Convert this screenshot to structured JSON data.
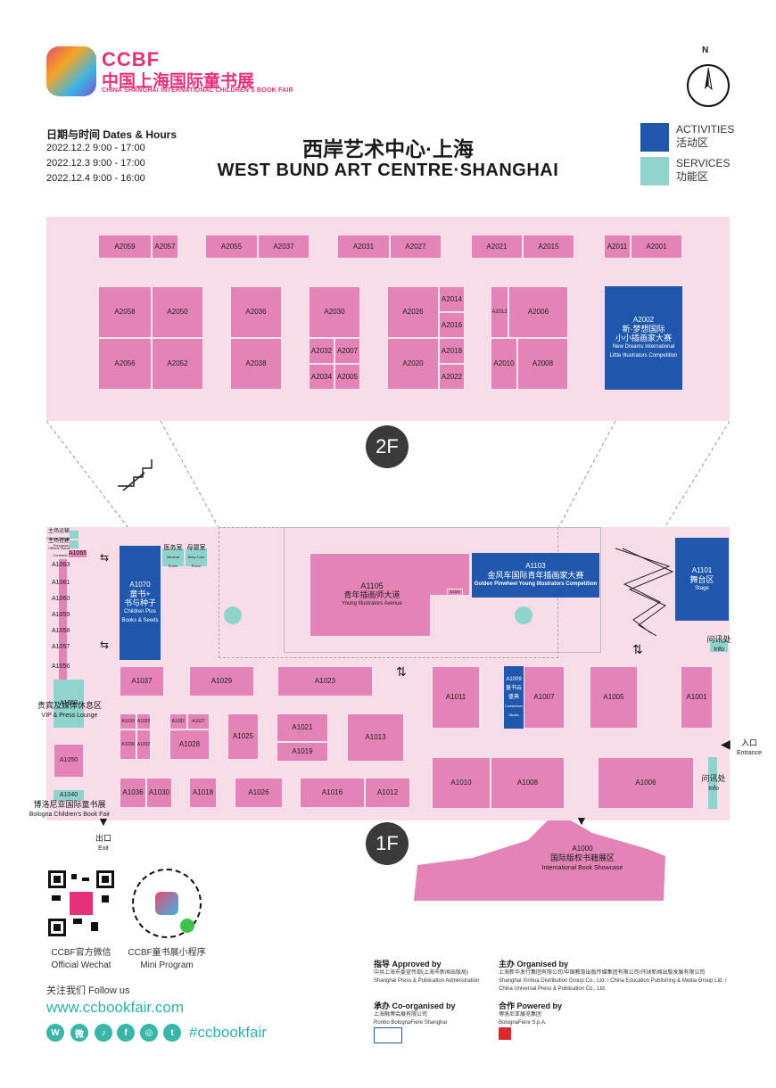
{
  "header": {
    "logo_en": "CCBF",
    "logo_cn": "中国上海国际童书展",
    "logo_sub": "CHINA SHANGHAI INTERNATIONAL CHILDREN'S BOOK FAIR",
    "title_cn": "西岸艺术中心·上海",
    "title_en": "WEST BUND ART CENTRE·SHANGHAI",
    "north": "N"
  },
  "hours": {
    "title": "日期与时间 Dates & Hours",
    "lines": [
      "2022.12.2  9:00 - 17:00",
      "2022.12.3  9:00 - 17:00",
      "2022.12.4  9:00 - 16:00"
    ]
  },
  "legend": {
    "activities_en": "ACTIVITIES",
    "activities_cn": "活动区",
    "services_en": "SERVICES",
    "services_cn": "功能区",
    "activities_color": "#1f57ad",
    "services_color": "#8fd3cc"
  },
  "floor2": {
    "badge": "2F",
    "booths": [
      "A2059",
      "A2057",
      "A2055",
      "A2037",
      "A2031",
      "A2027",
      "A2021",
      "A2015",
      "A2011",
      "A2001",
      "A2058",
      "A2050",
      "A2056",
      "A2052",
      "A2036",
      "A2038",
      "A2030",
      "A2032",
      "A2007",
      "A2034",
      "A2005",
      "A2026",
      "A2014",
      "A2016",
      "A2020",
      "A2018",
      "A2022",
      "A2012",
      "A2006",
      "A2010",
      "A2008"
    ],
    "activity": {
      "code": "A2002",
      "cn1": "新·梦想国际",
      "cn2": "小小插画家大赛",
      "en1": "New Dreams International",
      "en2": "Little Illustrators Competition"
    }
  },
  "floor1": {
    "badge": "1F",
    "booths": [
      "A1063",
      "A1061",
      "A1060",
      "A1059",
      "A1058",
      "A1057",
      "A1056",
      "A1037",
      "A1029",
      "A1023",
      "A1011",
      "A1007",
      "A1005",
      "A1001",
      "A1039",
      "A1033",
      "A1031",
      "A1027",
      "A1038",
      "A1032",
      "A1028",
      "A1025",
      "A1021",
      "A1019",
      "A1013",
      "A1050",
      "A1036",
      "A1030",
      "A1018",
      "A1026",
      "A1016",
      "A1012",
      "A1010",
      "A1008",
      "A1006",
      "A1065",
      "A1040",
      "A1109"
    ],
    "a1105": {
      "code": "A1105",
      "cn": "青年插画师大道",
      "en": "Young Illustrators Avenue"
    },
    "a1103": {
      "code": "A1103",
      "cn": "金风车国际青年插画家大赛",
      "en": "Golden Pinwheel Young Illustrators Competition"
    },
    "a1070": {
      "code": "A1070",
      "cn1": "童书+",
      "cn2": "书与种子",
      "en1": "Children Plus",
      "en2": "Books & Seeds"
    },
    "a1101": {
      "code": "A1101",
      "cn": "舞台区",
      "en": "Stage"
    },
    "a1009": {
      "code": "A1009",
      "cn1": "童书云",
      "cn2": "盛典",
      "en1": "Livestream",
      "en2": "Studio"
    },
    "a1053": {
      "code": "A1053",
      "cn": "贵宾及媒体休息区",
      "en": "VIP & Press Lounge"
    },
    "a1040_label": {
      "cn": "博洛尼亚国际童书展",
      "en": "Bologna Children's Book Fair"
    },
    "medical": {
      "cn": "医务室",
      "en": "Medical Room"
    },
    "baby": {
      "cn": "母婴室",
      "en": "Baby Care Room"
    },
    "desk1": {
      "cn": "主场运输",
      "en": "Official Freight Forwarder"
    },
    "desk2": {
      "cn": "主场搭建",
      "en": "Official Stand Contractor"
    },
    "info1": {
      "cn": "问讯处",
      "en": "Info"
    },
    "info2": {
      "cn": "问讯处",
      "en": "Info"
    },
    "entrance": {
      "cn": "入口",
      "en": "Entrance"
    },
    "exit": {
      "cn": "出口",
      "en": "Exit"
    },
    "a1000": {
      "code": "A1000",
      "cn": "国际版权书籍展区",
      "en": "International Book Showcase"
    }
  },
  "footer": {
    "wechat_cn": "CCBF官方微信",
    "wechat_en": "Official Wechat",
    "mini_cn": "CCBF童书展小程序",
    "mini_en": "Mini Program",
    "follow": "关注我们  Follow us",
    "site": "www.ccbookfair.com",
    "hashtag": "#ccbookfair",
    "approved_h": "指导 Approved by",
    "approved_t1": "中共上海市委宣传部(上海市新闻出版局)",
    "approved_t2": "Shanghai Press & Publication Administration",
    "organised_h": "主办 Organised by",
    "organised_t1": "上海新华发行集团有限公司/中国教育出版传媒集团有限公司/环球新闻出版发展有限公司",
    "organised_t2": "Shanghai Xinhua Distribution Group Co., Ltd. / China Education Publishing & Media Group Ltd. /",
    "organised_t3": "China Universal Press & Publication Co., Ltd.",
    "coorg_h": "承办 Co-organised by",
    "coorg_t1": "上海融博会展有限公司",
    "coorg_t2": "Ronbo BolognaFiere Shanghai",
    "powered_h": "合作 Powered by",
    "powered_t1": "博洛尼亚展览集团",
    "powered_t2": "BolognaFiere S.p.A."
  }
}
